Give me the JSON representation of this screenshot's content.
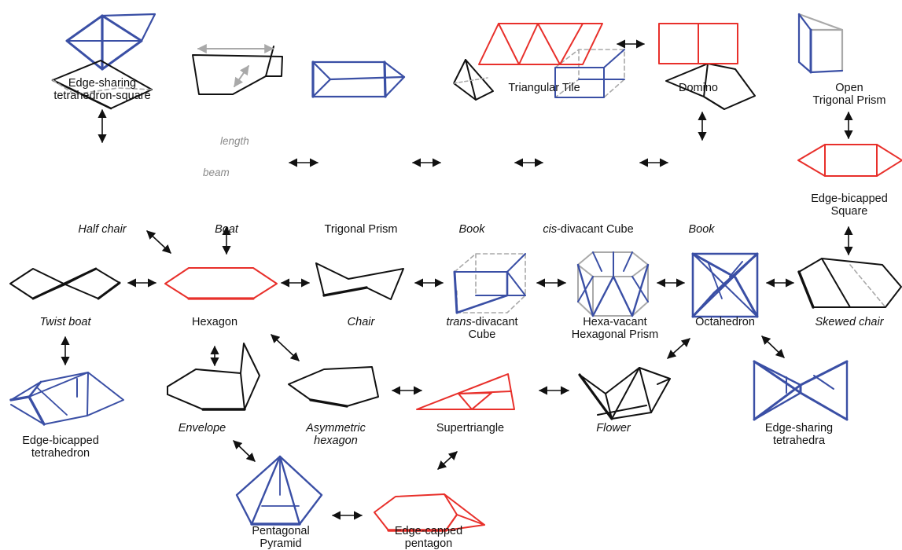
{
  "colors": {
    "black": "#111111",
    "blue": "#3a4fa5",
    "red": "#e8302b",
    "gray": "#a9a9a9"
  },
  "labels": {
    "edge_sharing_tet_square": [
      "Edge-sharing",
      "tetrahedron-square"
    ],
    "half_chair": "Half chair",
    "boat": "Boat",
    "boat_length": "length",
    "boat_beam": "beam",
    "trigonal_prism": "Trigonal Prism",
    "book_1": "Book",
    "cis_prefix": "cis",
    "cis_rest": "-divacant Cube",
    "book_2": "Book",
    "triangular_tile": "Triangular Tile",
    "domino": "Domino",
    "open_trigonal_prism": [
      "Open",
      "Trigonal Prism"
    ],
    "edge_bicapped_square": [
      "Edge-bicapped",
      "Square"
    ],
    "twist_boat": "Twist boat",
    "hexagon": "Hexagon",
    "chair": "Chair",
    "trans_prefix": "trans",
    "trans_rest": "-divacant",
    "trans_line2": "Cube",
    "hexa_vacant": [
      "Hexa-vacant",
      "Hexagonal Prism"
    ],
    "octahedron": "Octahedron",
    "skewed_chair": "Skewed chair",
    "edge_bicapped_tetrahedron": [
      "Edge-bicapped",
      "tetrahedron"
    ],
    "envelope": "Envelope",
    "asymmetric_hexagon": [
      "Asymmetric",
      "hexagon"
    ],
    "supertriangle": "Supertriangle",
    "flower": "Flower",
    "edge_sharing_tetrahedra": [
      "Edge-sharing",
      "tetrahedra"
    ],
    "pentagonal_pyramid": [
      "Pentagonal",
      "Pyramid"
    ],
    "edge_capped_pentagon": [
      "Edge-capped",
      "pentagon"
    ]
  }
}
